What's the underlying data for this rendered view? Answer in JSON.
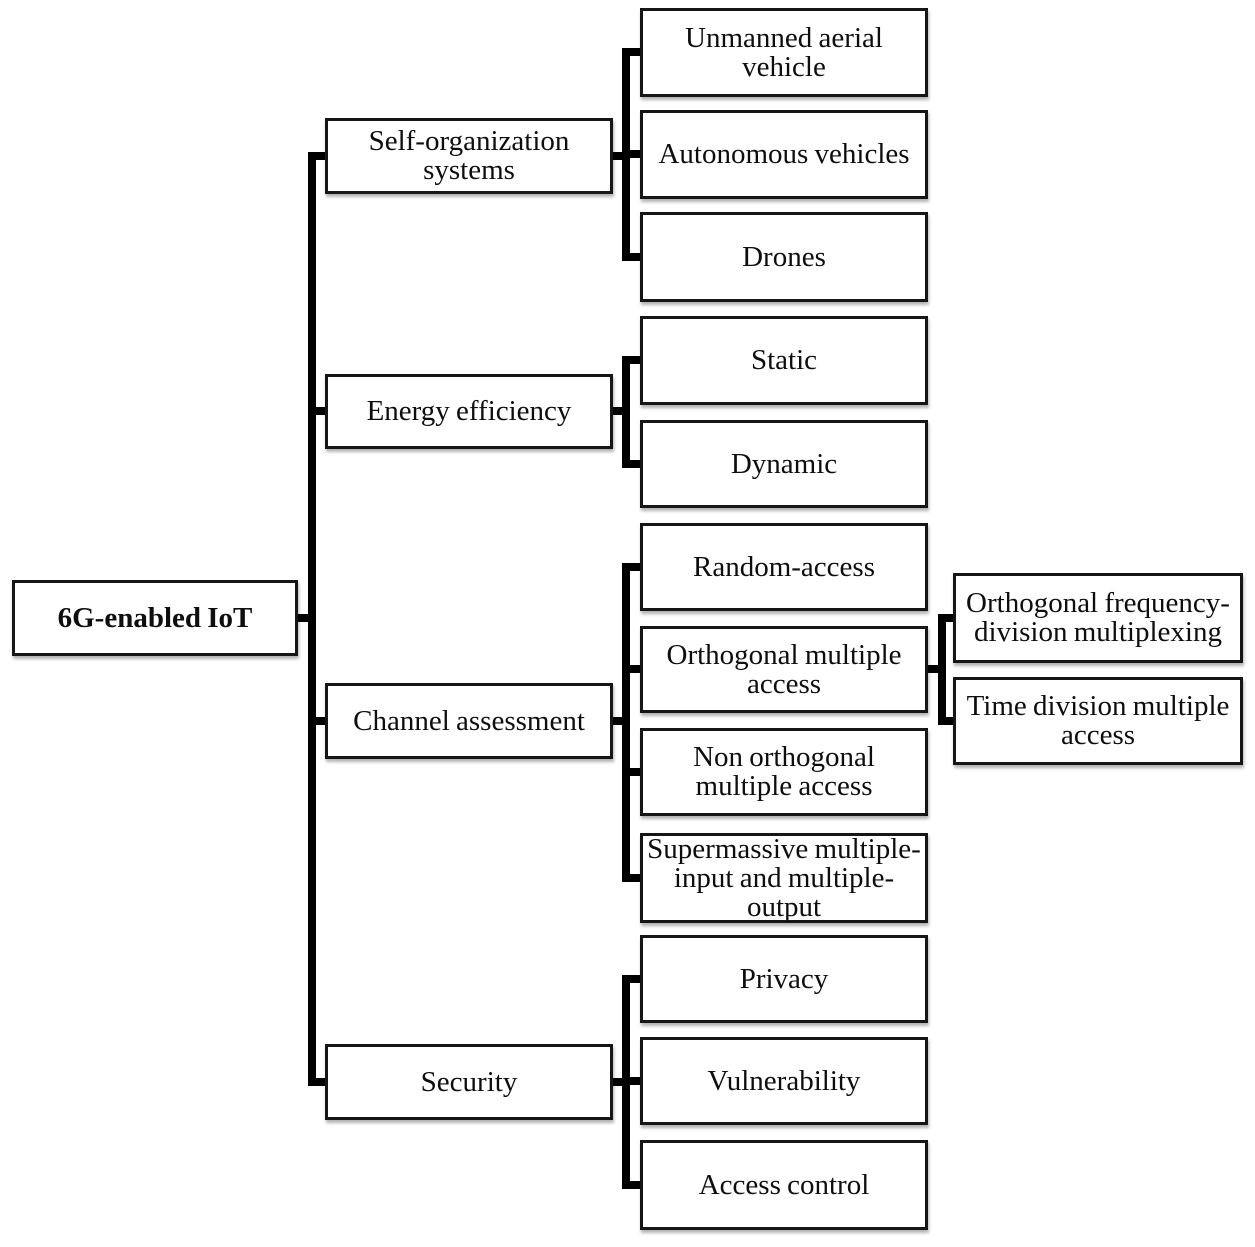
{
  "diagram": {
    "title": "6G-enabled IoT taxonomy diagram",
    "colors": {
      "line": "#000000",
      "box_border": "#161616",
      "box_bg": "#ffffff",
      "text": "#0e0e0e"
    },
    "root": {
      "label": "6G-enabled IoT"
    },
    "branches": [
      {
        "label": "Self-organization systems",
        "children": [
          {
            "label": "Unmanned aerial vehicle"
          },
          {
            "label": "Autonomous vehicles"
          },
          {
            "label": "Drones"
          }
        ]
      },
      {
        "label": "Energy efficiency",
        "children": [
          {
            "label": "Static"
          },
          {
            "label": "Dynamic"
          }
        ]
      },
      {
        "label": "Channel assessment",
        "children": [
          {
            "label": "Random-access"
          },
          {
            "label": "Orthogonal multiple access",
            "children": [
              {
                "label": "Orthogonal frequency-division multiplexing"
              },
              {
                "label": "Time division multiple access"
              }
            ]
          },
          {
            "label": "Non orthogonal multiple access"
          },
          {
            "label": "Supermassive multiple-input and multiple-output"
          }
        ]
      },
      {
        "label": "Security",
        "children": [
          {
            "label": "Privacy"
          },
          {
            "label": "Vulnerability"
          },
          {
            "label": "Access control"
          }
        ]
      }
    ]
  }
}
